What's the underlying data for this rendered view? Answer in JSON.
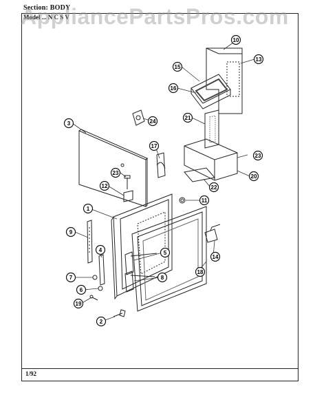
{
  "header": {
    "section_label": "Section:",
    "section_value": "BODY",
    "model_label": "Model",
    "model_value": "... N C S V"
  },
  "watermark": {
    "text": "AppliancePartsPros.com"
  },
  "footer": {
    "code": "1/92"
  },
  "callouts": [
    {
      "id": "c1",
      "label": "1"
    },
    {
      "id": "c2",
      "label": "2"
    },
    {
      "id": "c3",
      "label": "3"
    },
    {
      "id": "c4",
      "label": "4"
    },
    {
      "id": "c5",
      "label": "5"
    },
    {
      "id": "c6",
      "label": "6"
    },
    {
      "id": "c7",
      "label": "7"
    },
    {
      "id": "c8",
      "label": "8"
    },
    {
      "id": "c9",
      "label": "9"
    },
    {
      "id": "c10",
      "label": "10"
    },
    {
      "id": "c11",
      "label": "11"
    },
    {
      "id": "c12",
      "label": "12"
    },
    {
      "id": "c13",
      "label": "13"
    },
    {
      "id": "c14",
      "label": "14"
    },
    {
      "id": "c15",
      "label": "15"
    },
    {
      "id": "c16",
      "label": "16"
    },
    {
      "id": "c17",
      "label": "17"
    },
    {
      "id": "c18",
      "label": "18"
    },
    {
      "id": "c19",
      "label": "19"
    },
    {
      "id": "c20",
      "label": "20"
    },
    {
      "id": "c21",
      "label": "21"
    },
    {
      "id": "c22",
      "label": "22"
    },
    {
      "id": "c23a",
      "label": "23"
    },
    {
      "id": "c23b",
      "label": "23"
    },
    {
      "id": "c24",
      "label": "24"
    }
  ]
}
